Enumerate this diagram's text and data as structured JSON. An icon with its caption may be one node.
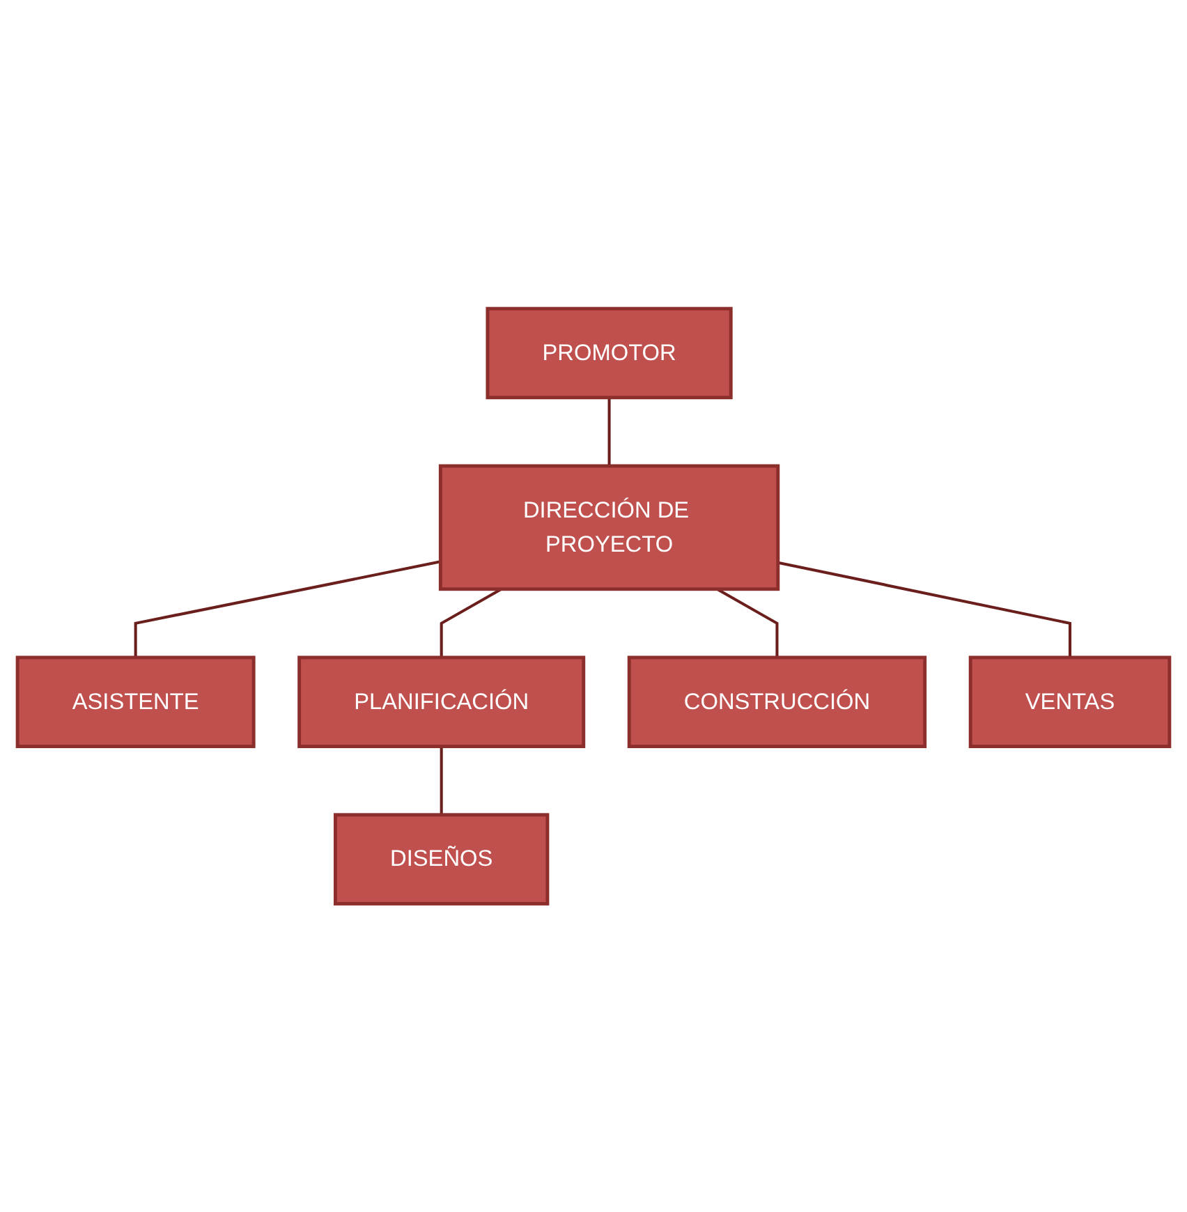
{
  "diagram": {
    "nodes": [
      {
        "text": [
          "PROMOTOR"
        ]
      },
      {
        "text": [
          "DIRECCIÓN DE PROYECTO"
        ]
      },
      {
        "text": [
          "ASISTENTE"
        ]
      },
      {
        "text": [
          "PLANIFICACIÓN"
        ]
      },
      {
        "text": [
          "CONSTRUCCIÓN"
        ]
      },
      {
        "text": [
          "VENTAS"
        ]
      },
      {
        "text": [
          "DISEÑOS"
        ]
      }
    ],
    "edges": [
      {
        "from": 0,
        "to": 1,
        "arrow": "none"
      },
      {
        "from": 1,
        "to": 2,
        "arrow": "none"
      },
      {
        "from": 1,
        "to": 3,
        "arrow": "none"
      },
      {
        "from": 1,
        "to": 4,
        "arrow": "none"
      },
      {
        "from": 1,
        "to": 5,
        "arrow": "none"
      },
      {
        "from": 3,
        "to": 6,
        "arrow": "none"
      }
    ]
  }
}
